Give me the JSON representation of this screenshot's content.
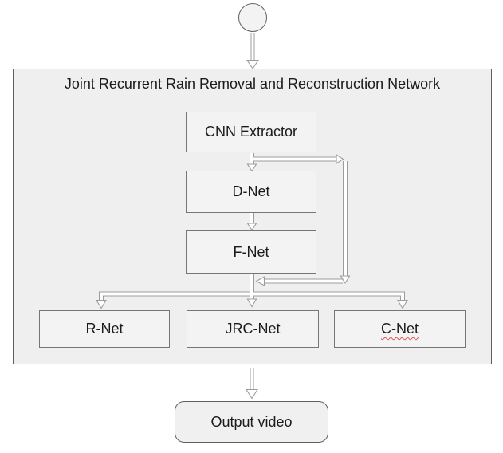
{
  "diagram": {
    "title": "Joint Recurrent Rain Removal and Reconstruction Network",
    "start_node": {
      "shape": "circle",
      "label": ""
    },
    "nodes": {
      "cnn_extractor": {
        "label": "CNN Extractor"
      },
      "d_net": {
        "label": "D-Net"
      },
      "f_net": {
        "label": "F-Net"
      },
      "r_net": {
        "label": "R-Net"
      },
      "jrc_net": {
        "label": "JRC-Net"
      },
      "c_net": {
        "label": "C-Net",
        "spellcheck_underline": true
      }
    },
    "output_node": {
      "label": "Output video"
    },
    "edges": [
      {
        "from": "start",
        "to": "network-container"
      },
      {
        "from": "cnn_extractor",
        "to": "d_net"
      },
      {
        "from": "cnn_extractor",
        "to": "fan_out_junction",
        "route": "right-side recurrent skip"
      },
      {
        "from": "d_net",
        "to": "f_net"
      },
      {
        "from": "f_net",
        "to": "r_net"
      },
      {
        "from": "f_net",
        "to": "jrc_net"
      },
      {
        "from": "f_net",
        "to": "c_net"
      },
      {
        "from": "network-container",
        "to": "output_node"
      }
    ],
    "colors": {
      "page_background": "#ffffff",
      "container_fill": "#efefef",
      "container_border": "#5f5f5f",
      "node_fill": "#f3f3f3",
      "node_border": "#767676",
      "output_fill": "#f0f0f0",
      "connector_stroke": "#9c9c9c",
      "connector_fill": "#ffffff",
      "text": "#1b1b1b",
      "squiggle": "#e05252"
    }
  }
}
